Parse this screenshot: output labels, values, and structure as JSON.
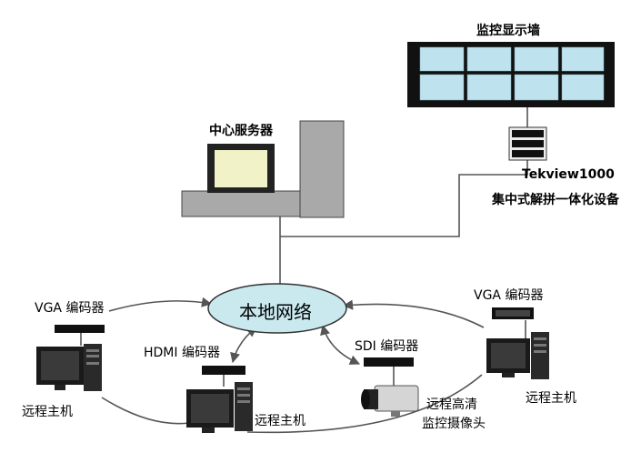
{
  "labels": {
    "monitor_wall": "监控显示墙",
    "center_server": "中心服务器",
    "tekview_model": "Tekview1000",
    "tekview_desc": "集中式解拼一体化设备",
    "local_network": "本地网络",
    "vga_encoder_left": "VGA 编码器",
    "vga_encoder_right": "VGA 编码器",
    "hdmi_encoder": "HDMI 编码器",
    "sdi_encoder": "SDI 编码器",
    "remote_host_left": "远程主机",
    "remote_host_middle": "远程主机",
    "remote_host_right": "远程主机",
    "camera_line1": "远程高清",
    "camera_line2": "监控摄像头"
  },
  "colors": {
    "wall_frame": "#000000",
    "wall_screen": "#bfe3ee",
    "network_ellipse": "#c9e9ef",
    "server_gray": "#a9a9a9",
    "server_screen": "#f2f2c8",
    "line_gray": "#555555"
  }
}
